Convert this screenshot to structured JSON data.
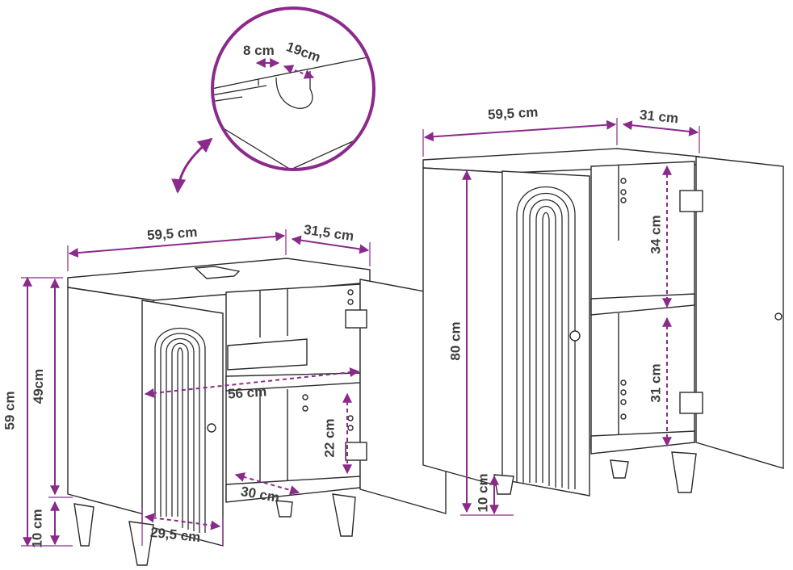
{
  "colors": {
    "dimension_line": "#8b2a8b",
    "outline": "#2b2b2b",
    "label_text": "#3e3e3e",
    "background": "#ffffff"
  },
  "detail": {
    "notch_depth": "8 cm",
    "notch_width": "19cm"
  },
  "small_cabinet": {
    "width": "59,5 cm",
    "depth": "31,5 cm",
    "total_height": "59 cm",
    "body_height": "49cm",
    "leg_height": "10 cm",
    "inner_width": "56 cm",
    "shelf_gap": "22 cm",
    "shelf_depth": "30 cm",
    "door_width": "29,5 cm"
  },
  "tall_cabinet": {
    "width": "59,5 cm",
    "depth": "31 cm",
    "body_height": "80 cm",
    "leg_height": "10 cm",
    "upper_compartment": "34 cm",
    "lower_compartment": "31 cm"
  }
}
